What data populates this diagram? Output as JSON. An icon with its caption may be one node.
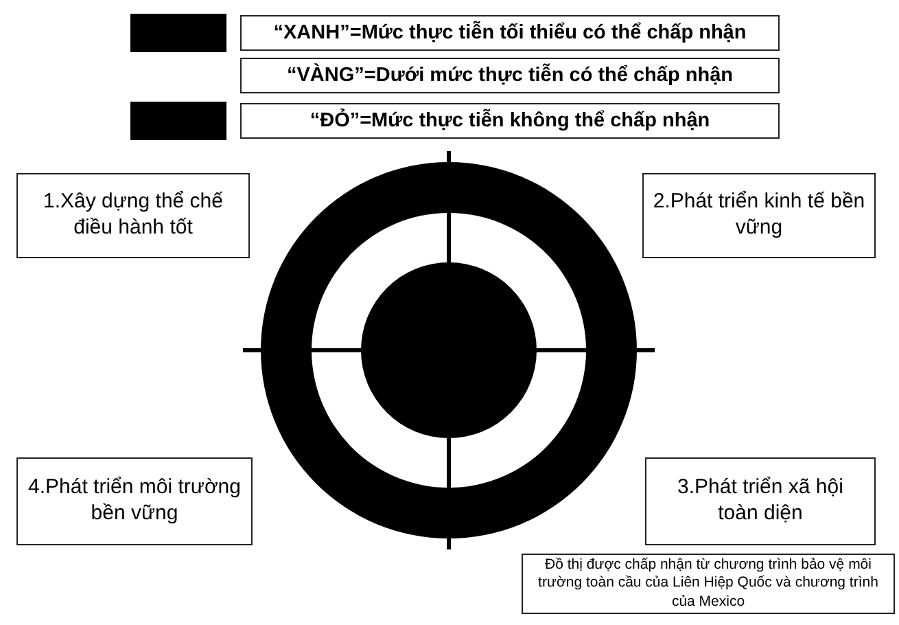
{
  "diagram": {
    "nodes": [
      {
        "text": [
          "1.Xây dựng thể chế điều hành tốt"
        ]
      },
      {
        "text": [
          "2.Phát triển kinh tế bền vững"
        ]
      },
      {
        "text": [
          "3.Phát triển xã hội toàn diện"
        ]
      },
      {
        "text": [
          "4.Phát triển môi trường bền vững"
        ]
      },
      {
        "text": [
          "Đồ thị được chấp nhận từ chương trình bảo vệ môi trường toàn cầu của Liên Hiệp Quốc và chương trình của Mexico"
        ]
      }
    ],
    "edges": [],
    "legend": [
      {
        "text": "“XANH”=Mức thực tiễn tối thiểu có thể chấp nhận",
        "color": "#000000"
      },
      {
        "text": "“VÀNG”=Dưới mức thực tiễn có thể chấp nhận"
      },
      {
        "text": "“ĐỎ”=Mức thực tiễn không thể chấp nhận",
        "color": "#000000"
      }
    ]
  }
}
